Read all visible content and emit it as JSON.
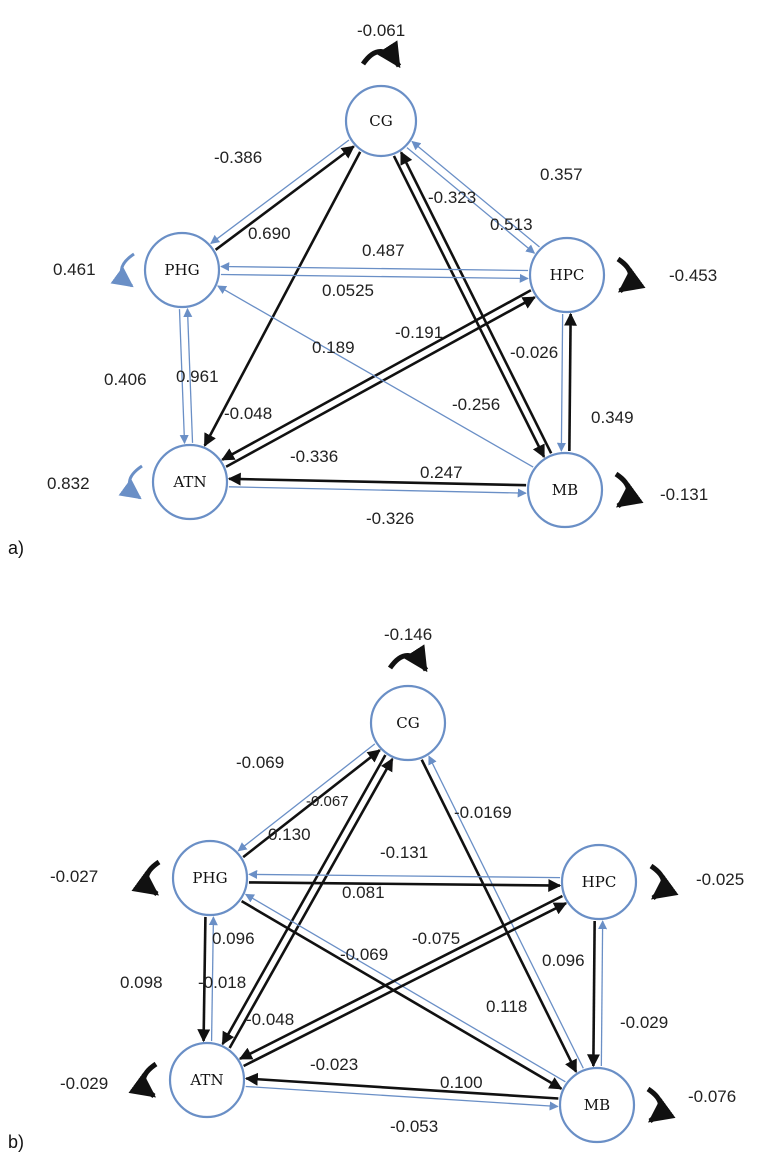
{
  "colors": {
    "strong": "#111111",
    "weak": "#6a8fc6",
    "node_stroke": "#6a8fc6"
  },
  "panels": [
    {
      "label": "a)",
      "nodes": {
        "CG": "CG",
        "PHG": "PHG",
        "HPC": "HPC",
        "ATN": "ATN",
        "MB": "MB"
      },
      "self_loops": {
        "CG": "-0.061",
        "PHG": "0.461",
        "HPC": "-0.453",
        "ATN": "0.832",
        "MB": "-0.131"
      },
      "edges": [
        {
          "from": "PHG",
          "to": "CG",
          "weight": "-0.386"
        },
        {
          "from": "CG",
          "to": "PHG",
          "weight": "0.690"
        },
        {
          "from": "HPC",
          "to": "CG",
          "weight": "0.357"
        },
        {
          "from": "CG",
          "to": "HPC",
          "weight": "0.513"
        },
        {
          "from": "CG",
          "to": "ATN",
          "weight": "-0.048"
        },
        {
          "from": "CG",
          "to": "MB",
          "weight": "-0.323"
        },
        {
          "from": "MB",
          "to": "CG",
          "weight": "-0.256"
        },
        {
          "from": "PHG",
          "to": "HPC",
          "weight": "0.487"
        },
        {
          "from": "HPC",
          "to": "PHG",
          "weight": "0.0525"
        },
        {
          "from": "ATN",
          "to": "HPC",
          "weight": "-0.191"
        },
        {
          "from": "HPC",
          "to": "ATN",
          "weight": "-0.336"
        },
        {
          "from": "MB",
          "to": "PHG",
          "weight": "0.189"
        },
        {
          "from": "PHG",
          "to": "ATN",
          "weight": "0.961"
        },
        {
          "from": "ATN",
          "to": "PHG",
          "weight": "0.406"
        },
        {
          "from": "MB",
          "to": "HPC",
          "weight": "-0.026"
        },
        {
          "from": "HPC",
          "to": "MB",
          "weight": "0.349"
        },
        {
          "from": "ATN",
          "to": "MB",
          "weight": "0.247"
        },
        {
          "from": "MB",
          "to": "ATN",
          "weight": "-0.326"
        }
      ]
    },
    {
      "label": "b)",
      "nodes": {
        "CG": "CG",
        "PHG": "PHG",
        "HPC": "HPC",
        "ATN": "ATN",
        "MB": "MB"
      },
      "self_loops": {
        "CG": "-0.146",
        "PHG": "-0.027",
        "HPC": "-0.025",
        "ATN": "-0.029",
        "MB": "-0.076"
      },
      "edges": [
        {
          "from": "PHG",
          "to": "CG",
          "weight": "-0.069"
        },
        {
          "from": "CG",
          "to": "PHG",
          "weight": "0.130"
        },
        {
          "from": "ATN",
          "to": "CG",
          "weight": "-0.067"
        },
        {
          "from": "CG",
          "to": "ATN",
          "weight": "-0.048"
        },
        {
          "from": "CG",
          "to": "MB",
          "weight": "-0.0169"
        },
        {
          "from": "MB",
          "to": "CG",
          "weight": "0.118"
        },
        {
          "from": "PHG",
          "to": "HPC",
          "weight": "-0.131"
        },
        {
          "from": "HPC",
          "to": "PHG",
          "weight": "0.081"
        },
        {
          "from": "PHG",
          "to": "MB",
          "weight": "-0.069"
        },
        {
          "from": "MB",
          "to": "PHG",
          "weight": "0.096"
        },
        {
          "from": "ATN",
          "to": "HPC",
          "weight": "-0.075"
        },
        {
          "from": "HPC",
          "to": "ATN",
          "weight": "-0.023"
        },
        {
          "from": "PHG",
          "to": "ATN",
          "weight": "-0.018"
        },
        {
          "from": "ATN",
          "to": "PHG",
          "weight": "0.098"
        },
        {
          "from": "HPC",
          "to": "MB",
          "weight": "-0.029"
        },
        {
          "from": "MB",
          "to": "HPC",
          "weight": "0.096"
        },
        {
          "from": "ATN",
          "to": "MB",
          "weight": "0.100"
        },
        {
          "from": "MB",
          "to": "ATN",
          "weight": "-0.053"
        }
      ]
    }
  ]
}
